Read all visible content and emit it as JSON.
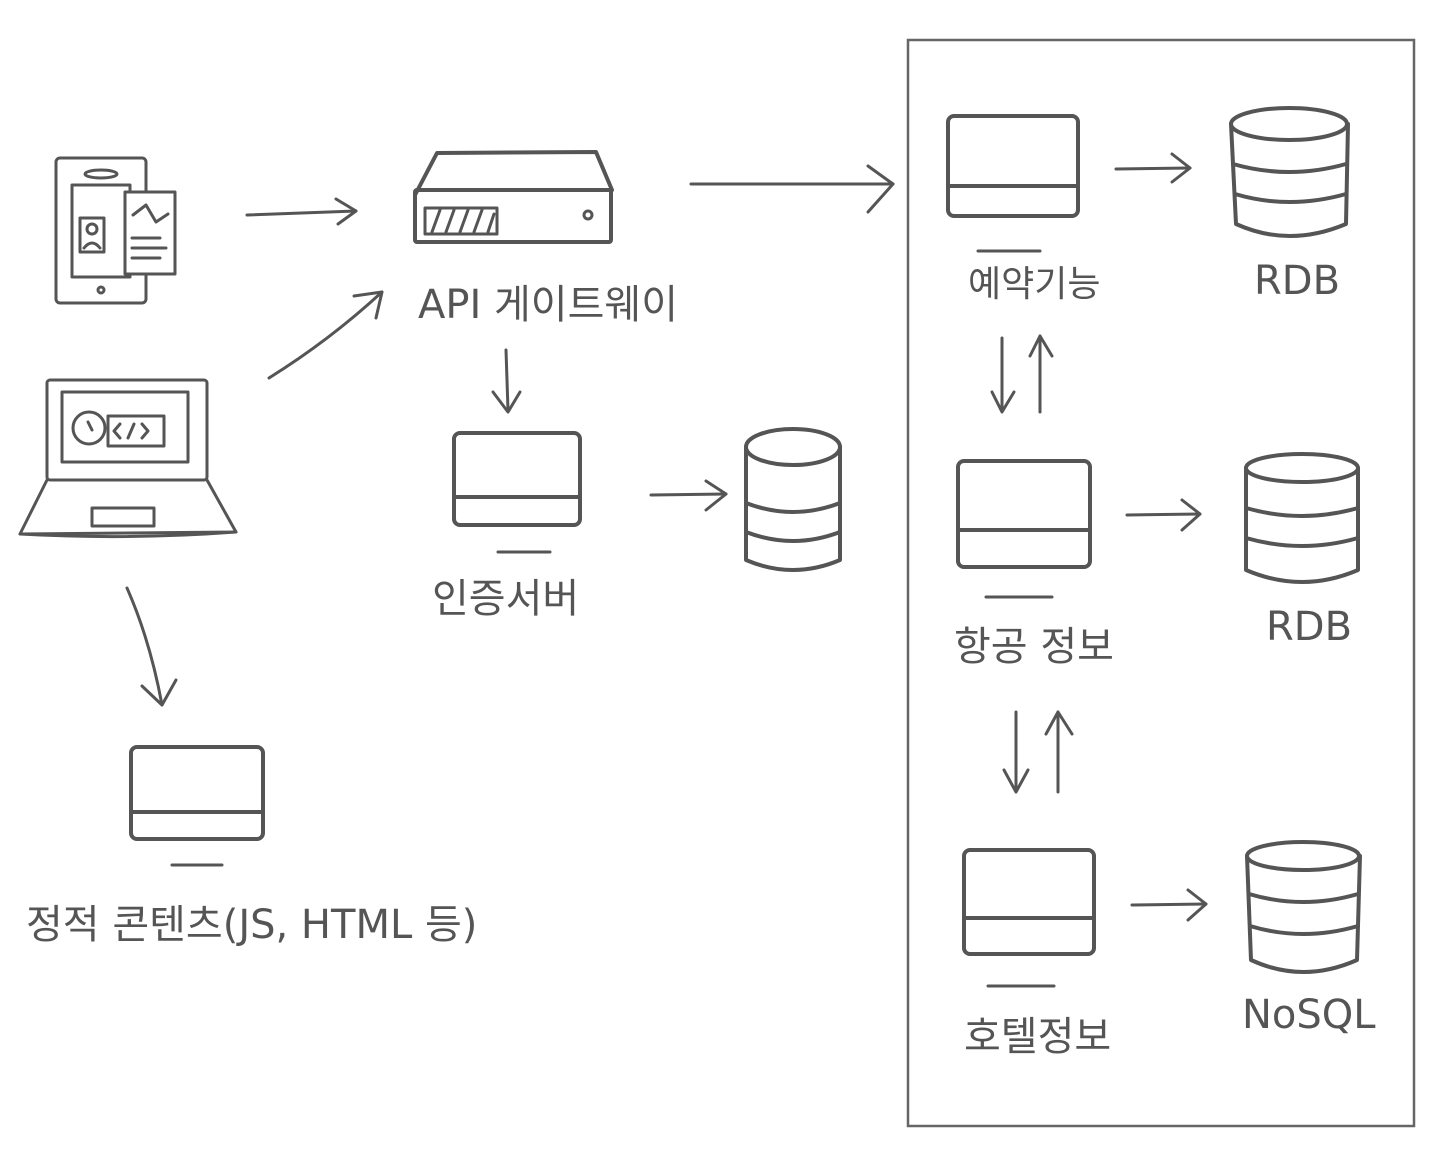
{
  "labels": {
    "api_gateway": "API 게이트웨이",
    "auth_server": "인증서버",
    "static_content": "정적 콘텐츠(JS, HTML 등)",
    "reservation": "예약기능",
    "flight_info": "항공 정보",
    "hotel_info": "호텔정보",
    "db_reservation": "RDB",
    "db_flight": "RDB",
    "db_hotel": "NoSQL"
  },
  "icons": {
    "devices_mobile": "mobile-tablet-icon",
    "devices_laptop": "laptop-icon",
    "gateway": "gateway-appliance-icon",
    "server": "server-box-icon",
    "database": "database-cylinder-icon"
  },
  "colors": {
    "ink": "#555555",
    "background": "#ffffff"
  }
}
